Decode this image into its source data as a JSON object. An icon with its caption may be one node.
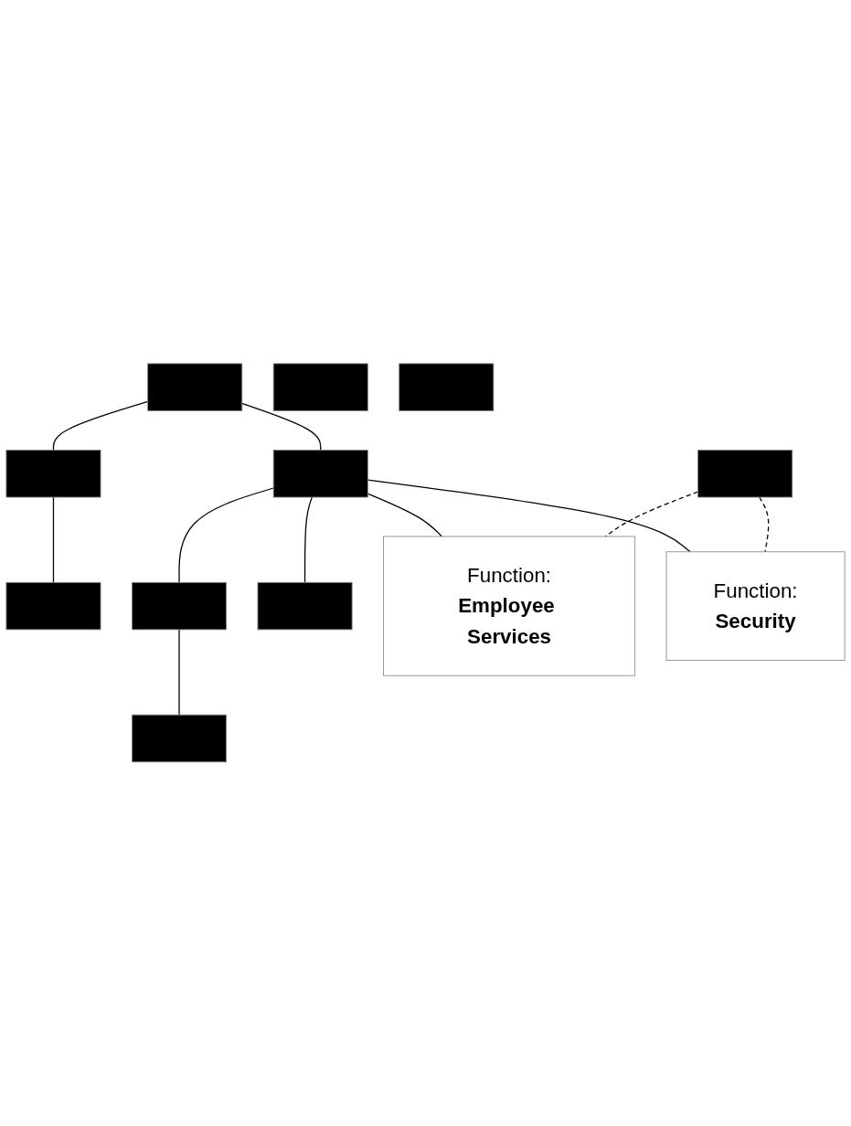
{
  "diagram": {
    "nodes": [
      {
        "text": [],
        "shape": "box"
      },
      {
        "text": [],
        "shape": "box"
      },
      {
        "text": [],
        "shape": "box"
      },
      {
        "text": [],
        "shape": "box"
      },
      {
        "text": [],
        "shape": "box"
      },
      {
        "text": [],
        "shape": "box"
      },
      {
        "text": [],
        "shape": "box"
      },
      {
        "text": [],
        "shape": "box"
      },
      {
        "text": [],
        "shape": "box"
      },
      {
        "text": [],
        "shape": "box"
      },
      {
        "text": [
          "Function:",
          "Employee Services"
        ]
      },
      {
        "text": [
          "Function:",
          "Security"
        ]
      }
    ],
    "edges": [
      {
        "from": 0,
        "to": 1,
        "arrow": "none"
      },
      {
        "from": 1,
        "to": 2,
        "arrow": "none"
      },
      {
        "from": 0,
        "to": 3,
        "arrow": "none"
      },
      {
        "from": 3,
        "to": 4,
        "arrow": "none"
      },
      {
        "from": 4,
        "to": 5,
        "arrow": "none"
      },
      {
        "from": 3,
        "to": 6,
        "arrow": "none"
      },
      {
        "from": 3,
        "to": 10,
        "arrow": "none"
      },
      {
        "from": 3,
        "to": 11,
        "arrow": "none"
      },
      {
        "from": 9,
        "to": 10,
        "arrow": "none",
        "style": "dashed"
      },
      {
        "from": 9,
        "to": 11,
        "arrow": "none",
        "style": "dashed"
      }
    ]
  }
}
